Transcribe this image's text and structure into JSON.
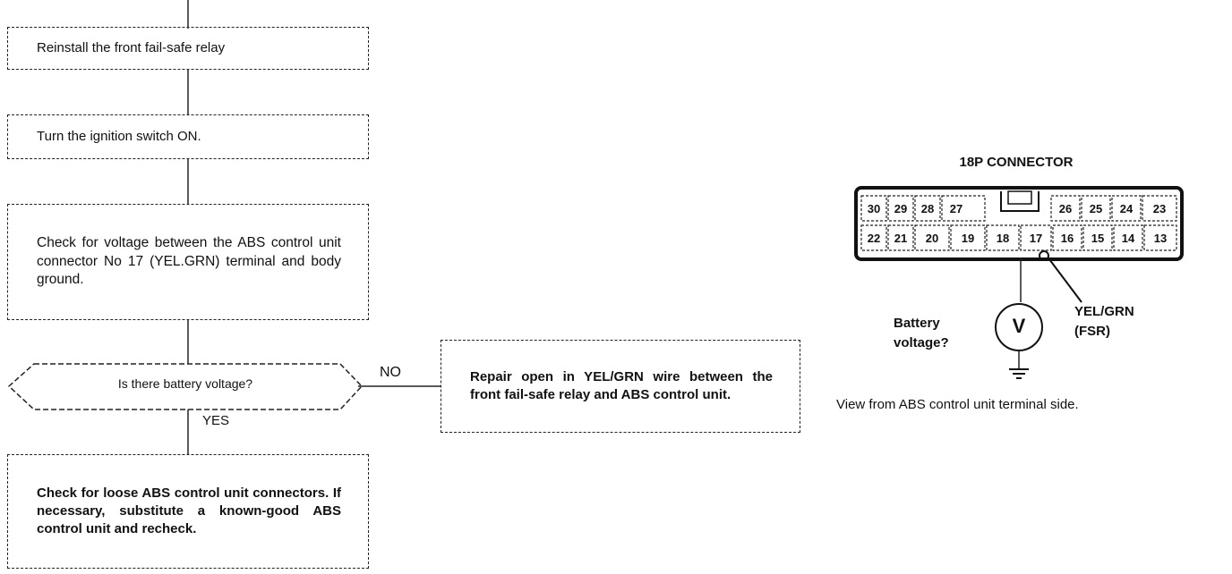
{
  "flowchart": {
    "step_reinstall": "Reinstall the front fail-safe relay",
    "step_ignition": "Turn the ignition switch ON.",
    "step_check_voltage": "Check for voltage between the ABS control unit connector No 17 (YEL.GRN) terminal and body ground.",
    "decision_question": "Is there battery voltage?",
    "branch_no": "NO",
    "branch_yes": "YES",
    "step_repair": "Repair open in YEL/GRN wire between the front fail-safe relay and ABS control unit.",
    "step_loose": "Check for loose ABS control unit connectors. If necessary, substitute a known-good ABS control unit and recheck."
  },
  "connector": {
    "title": "18P CONNECTOR",
    "top_row_left": [
      "30",
      "29",
      "28",
      "27"
    ],
    "top_row_right": [
      "26",
      "25",
      "24",
      "23"
    ],
    "bottom_row": [
      "22",
      "21",
      "20",
      "19",
      "18",
      "17",
      "16",
      "15",
      "14",
      "13"
    ],
    "wire_label": "YEL/GRN",
    "wire_sub": "(FSR)",
    "meter_symbol": "V",
    "battery_label_1": "Battery",
    "battery_label_2": "voltage?",
    "view_caption": "View from ABS control unit terminal side."
  }
}
